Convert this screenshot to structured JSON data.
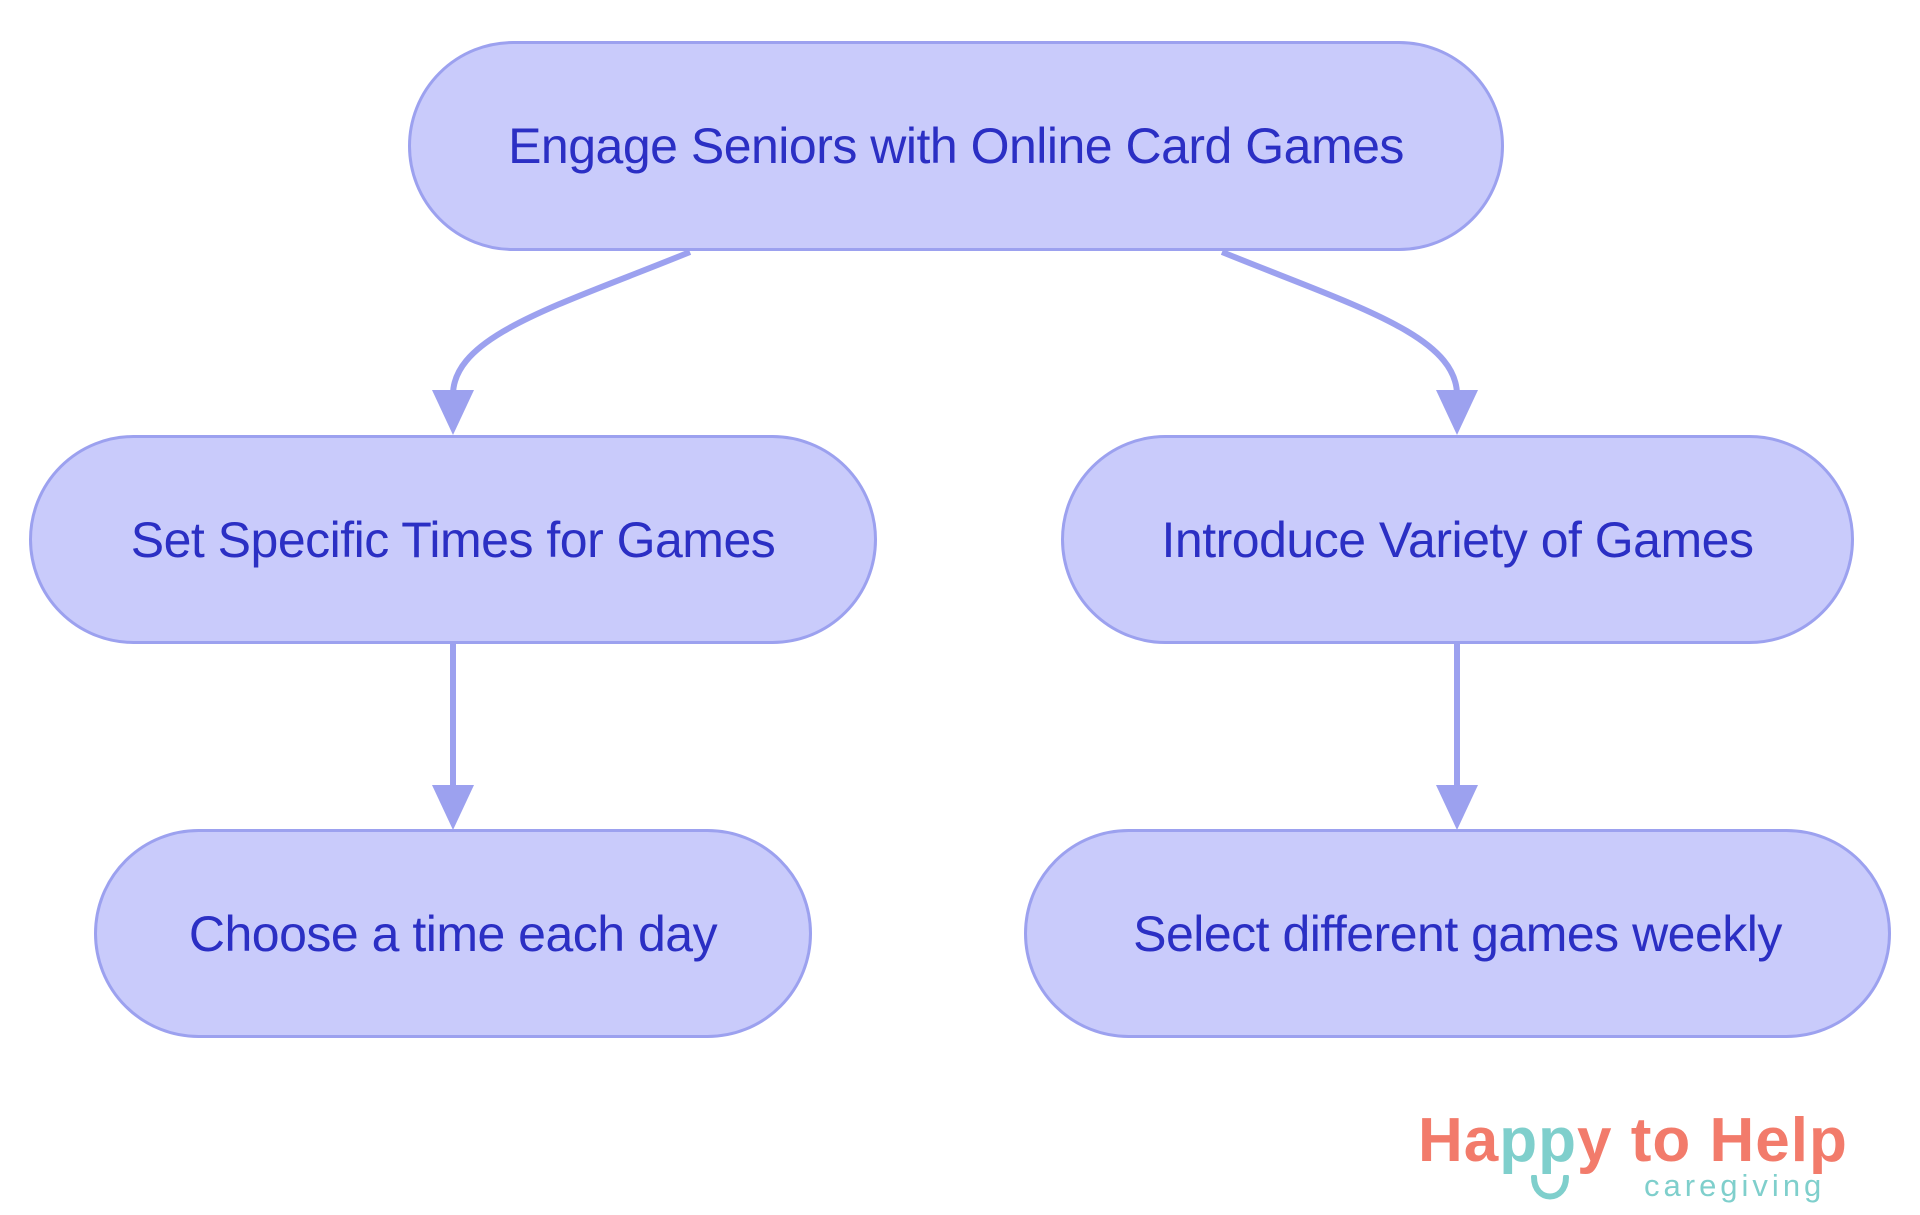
{
  "diagram": {
    "type": "flowchart",
    "colors": {
      "node_fill": "#c9cbfb",
      "node_border": "#9ca1ef",
      "edge": "#9ca1ef",
      "text": "#2b2fc4"
    },
    "nodes": {
      "root": {
        "label": "Engage Seniors with Online Card Games"
      },
      "left_mid": {
        "label": "Set Specific Times for Games"
      },
      "right_mid": {
        "label": "Introduce Variety of Games"
      },
      "left_leaf": {
        "label": "Choose a time each day"
      },
      "right_leaf": {
        "label": "Select different games weekly"
      }
    },
    "edges": [
      {
        "from": "root",
        "to": "left_mid"
      },
      {
        "from": "root",
        "to": "right_mid"
      },
      {
        "from": "left_mid",
        "to": "left_leaf"
      },
      {
        "from": "right_mid",
        "to": "right_leaf"
      }
    ]
  },
  "logo": {
    "part1": "Ha",
    "part2": "pp",
    "part3": "y to Help",
    "subtitle": "caregiving",
    "colors": {
      "coral": "#f27b6b",
      "teal": "#7fcfcc"
    }
  }
}
